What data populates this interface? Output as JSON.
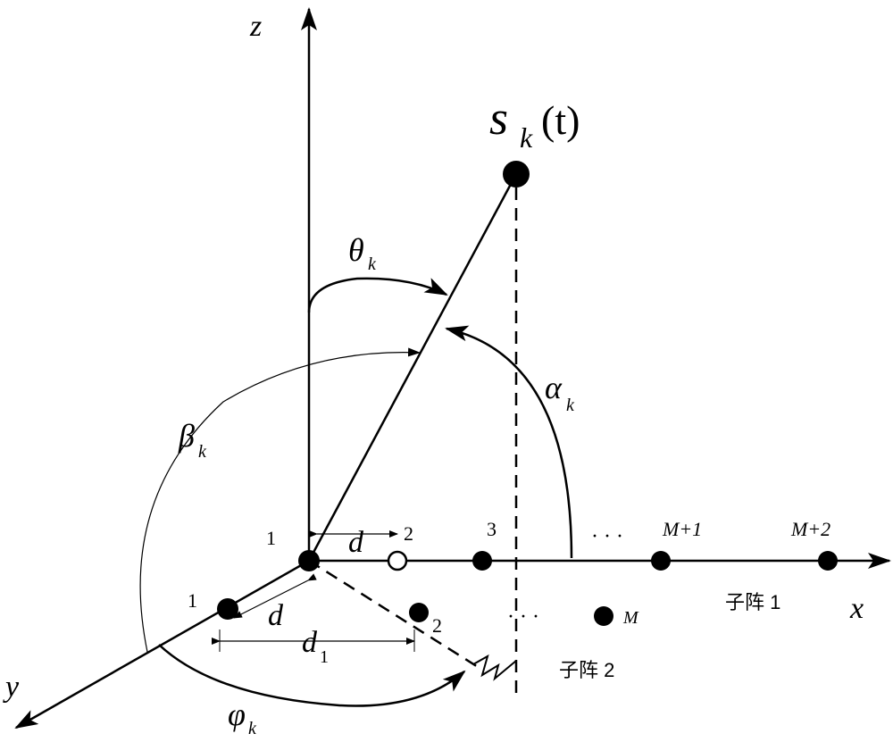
{
  "axes": {
    "z": "z",
    "x": "x",
    "y": "y"
  },
  "signal": {
    "base": "s",
    "sub": "k",
    "arg": "(t)"
  },
  "angles": {
    "theta": {
      "sym": "θ",
      "sub": "k"
    },
    "alpha": {
      "sym": "α",
      "sub": "k"
    },
    "beta": {
      "sym": "β",
      "sub": "k"
    },
    "phi": {
      "sym": "φ",
      "sub": "k"
    }
  },
  "spacing": {
    "d_x": "d",
    "d_y": "d",
    "d1": "d",
    "d1_sub": "1"
  },
  "subarray1": {
    "label": "子阵 1",
    "labels": [
      "1",
      "2",
      "3",
      "M+1",
      "M+2"
    ],
    "dots": "· · ·"
  },
  "subarray2": {
    "label": "子阵 2",
    "labels": [
      "1",
      "2",
      "M"
    ],
    "dots": "· · ·"
  }
}
